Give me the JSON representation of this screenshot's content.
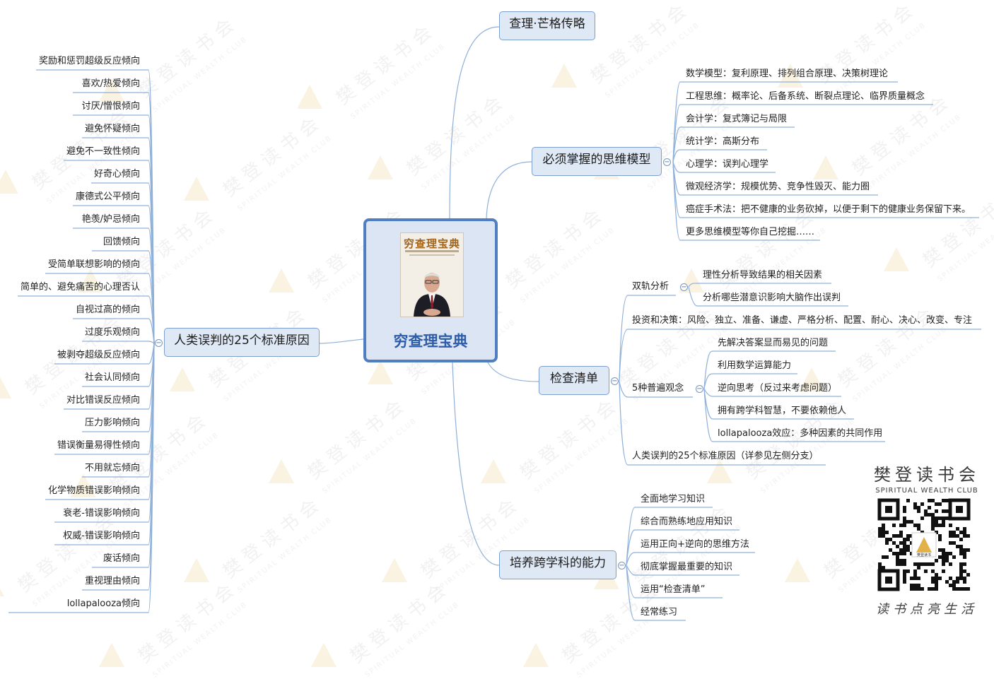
{
  "central": {
    "title": "穷查理宝典",
    "book_cover_title": "穷查理宝典"
  },
  "top_branch": {
    "label": "查理·芒格传略"
  },
  "models": {
    "label": "必须掌握的思维模型",
    "items": [
      "数学模型：复利原理、排列组合原理、决策树理论",
      "工程思维：概率论、后备系统、断裂点理论、临界质量概念",
      "会计学：复式簿记与局限",
      "统计学：高斯分布",
      "心理学：误判心理学",
      "微观经济学：规模优势、竞争性毁灭、能力圈",
      "癌症手术法：把不健康的业务砍掉，以便于剩下的健康业务保留下来。",
      "更多思维模型等你自己挖掘……"
    ]
  },
  "checklist": {
    "label": "检查清单",
    "dual": {
      "label": "双轨分析",
      "items": [
        "理性分析导致结果的相关因素",
        "分析哪些潜意识影响大脑作出误判"
      ]
    },
    "invest": "投资和决策：风险、独立、准备、谦虚、严格分析、配置、耐心、决心、改变、专注",
    "five": {
      "label": "5种普遍观念",
      "items": [
        "先解决答案显而易见的问题",
        "利用数学运算能力",
        "逆向思考（反过来考虑问题）",
        "拥有跨学科智慧，不要依赖他人",
        "lollapalooza效应：多种因素的共同作用"
      ]
    },
    "misjudge_ref": "人类误判的25个标准原因（详参见左侧分支）"
  },
  "cross": {
    "label": "培养跨学科的能力",
    "items": [
      "全面地学习知识",
      "综合而熟练地应用知识",
      "运用正向+逆向的思维方法",
      "彻底掌握最重要的知识",
      "运用“检查清单”",
      "经常练习"
    ]
  },
  "misjudgment": {
    "label": "人类误判的25个标准原因",
    "items": [
      "奖励和惩罚超级反应倾向",
      "喜欢/热爱倾向",
      "讨厌/憎恨倾向",
      "避免怀疑倾向",
      "避免不一致性倾向",
      "好奇心倾向",
      "康德式公平倾向",
      "艳羡/妒忌倾向",
      "回馈倾向",
      "受简单联想影响的倾向",
      "简单的、避免痛苦的心理否认",
      "自视过高的倾向",
      "过度乐观倾向",
      "被剥夺超级反应倾向",
      "社会认同倾向",
      "对比错误反应倾向",
      "压力影响倾向",
      "错误衡量易得性倾向",
      "不用就忘倾向",
      "化学物质错误影响倾向",
      "衰老-错误影响倾向",
      "权威-错误影响倾向",
      "废话倾向",
      "重视理由倾向",
      "lollapalooza倾向"
    ]
  },
  "brand": {
    "name": "樊登读书会",
    "english": "SPIRITUAL WEALTH CLUB",
    "slogan": "读书点亮生活",
    "qr_logo": "樊登读书"
  },
  "watermark": {
    "cn": "樊登读书会",
    "en": "SPIRITUAL WEALTH CLUB"
  },
  "colors": {
    "line": "#8fb0d9",
    "node_fill": "#dfe8f5",
    "node_border": "#7d9fd0",
    "central_border": "#4f7fc1",
    "central_title": "#2d5da8"
  }
}
